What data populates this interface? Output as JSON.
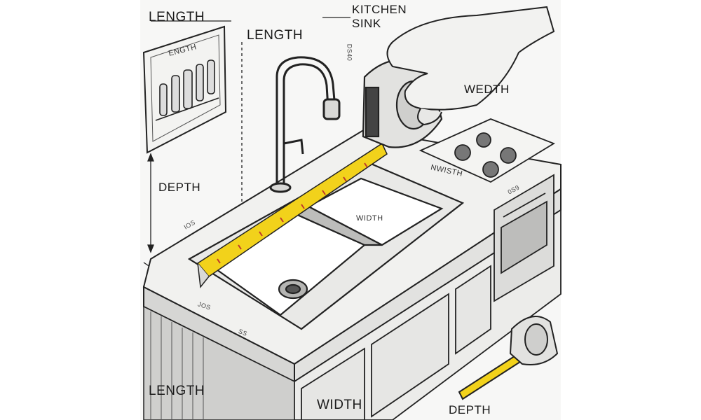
{
  "labels": {
    "length_top_left": "LENGTH",
    "length_wall": "LENGTH",
    "kitchen_sink_line1": "KITCHEN",
    "kitchen_sink_line2": "SINK",
    "sign_text": "ENGTH",
    "width_top_right": "WEDTH",
    "depth_left": "DEPTH",
    "nwisth": "NWISTH",
    "width_inside_sink": "WIDTH",
    "length_bottom_left": "LENGTH",
    "width_bottom": "WIDTH",
    "depth_bottom_right": "DEPTH",
    "scribble_1": "DS40",
    "scribble_2": "JOS",
    "scribble_3": "SS",
    "scribble_4": "0S9",
    "scribble_5": "IOS"
  },
  "colors": {
    "tape_yellow": "#f2d21b",
    "ink": "#1f1f1f",
    "counter_shade": "#d9d9d9"
  }
}
